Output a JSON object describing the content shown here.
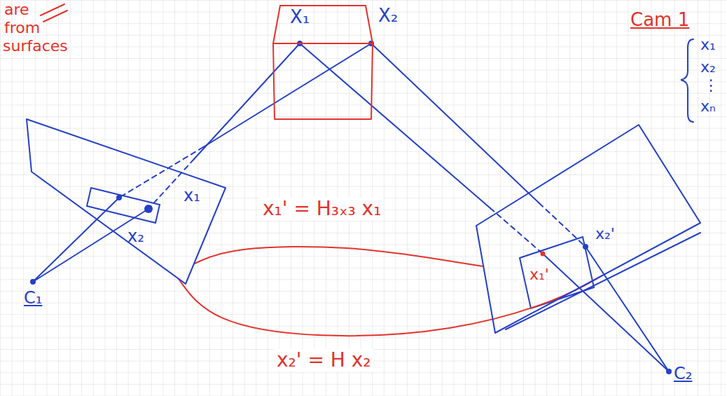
{
  "diagram": {
    "nodes": [
      {
        "text": [
          "X₁",
          "X₂"
        ]
      },
      {
        "text": [
          "x₁",
          "x₂"
        ]
      },
      {
        "text": [
          "x₁'",
          "x₂'"
        ]
      }
    ],
    "edges": [
      {
        "from": 1,
        "to": 2,
        "arrow": "none",
        "label": "x₁' = H₃ₓ₃ x₁"
      },
      {
        "from": 1,
        "to": 2,
        "arrow": "none",
        "label": "x₂' = H x₂"
      }
    ],
    "labels": [
      "are",
      "from",
      "surfaces",
      "Cam 1",
      "x₁",
      "x₂",
      "⋮",
      "xₙ",
      "C₁",
      "C₂"
    ]
  }
}
